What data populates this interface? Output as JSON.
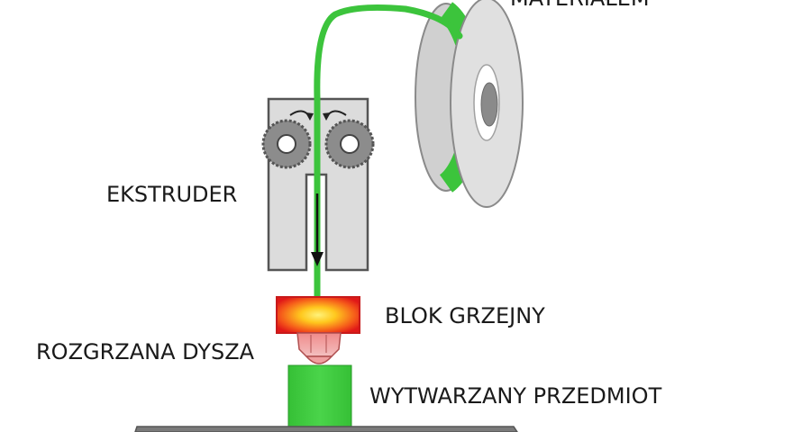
{
  "labels": {
    "material": "MATERIAŁEM",
    "extruder": "EKSTRUDER",
    "heater_block": "BLOK GRZEJNY",
    "hot_nozzle": "ROZGRZANA DYSZA",
    "object": "WYTWARZANY PRZEDMIOT"
  },
  "colors": {
    "filament": "#3cc43c",
    "extruder_body": "#dcdcdc",
    "gear": "#8c8c8c",
    "heater_hot": "#ffd21e",
    "heater_edge": "#e01818",
    "nozzle": "#e89090",
    "printed_object": "#3ec83e",
    "bed": "#7a7a7a",
    "spool_flange": "#dedede",
    "spool_hub": "#8a8a8a"
  },
  "icons": [
    "filament-spool",
    "drive-gear",
    "feed-arrow",
    "heater-block",
    "nozzle",
    "build-plate"
  ]
}
